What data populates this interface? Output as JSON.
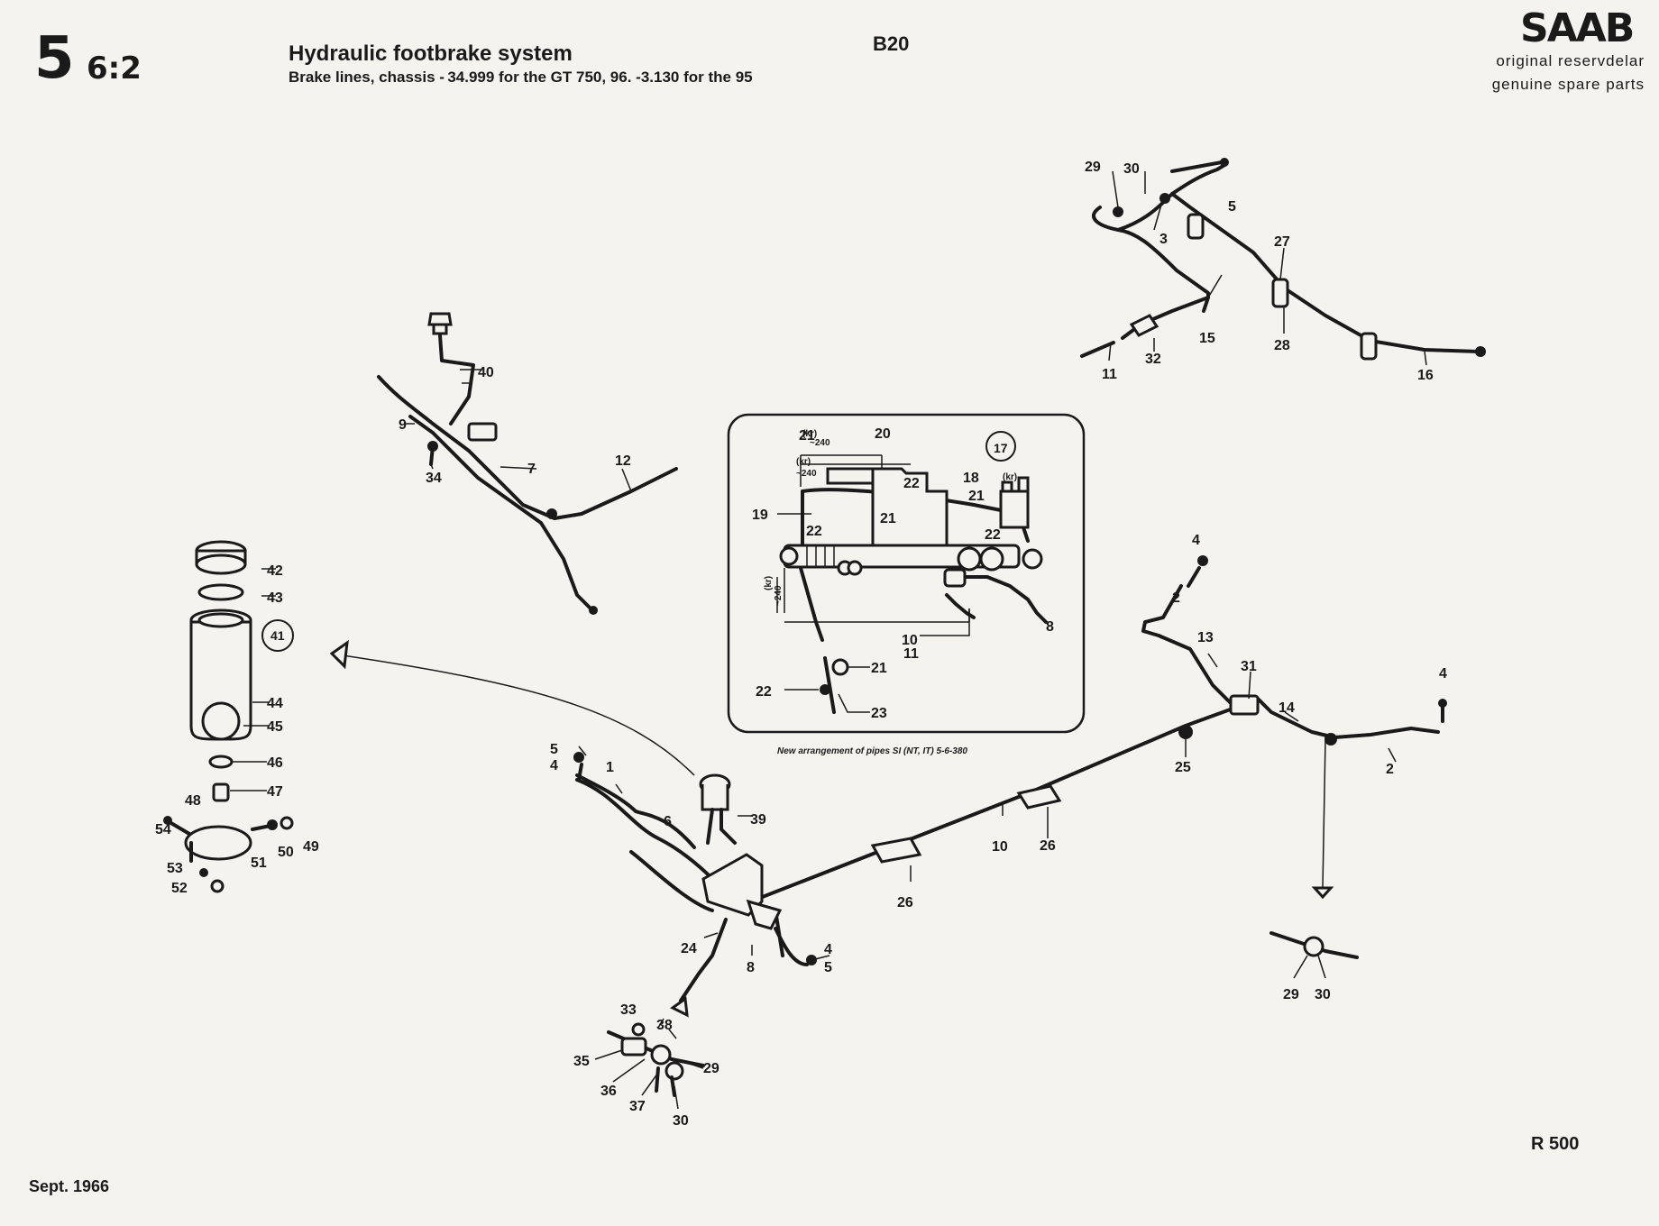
{
  "header": {
    "group_number": "5",
    "page_number": "6:2",
    "title": "Hydraulic footbrake system",
    "subtitle": "Brake lines, chassis - 34.999 for the GT 750, 96. -3.130 for the 95",
    "model": "B20",
    "brand": "SAAB",
    "tagline_1": "original reservdelar",
    "tagline_2": "genuine spare parts"
  },
  "inset": {
    "caption": "New arrangement of pipes SI (NT, IT) 5-6-380",
    "dim_labels": [
      "(kr)",
      "~240",
      "(kr)",
      "~240",
      "(kr)",
      "(kr)",
      "~240"
    ]
  },
  "footer": {
    "date": "Sept. 1966",
    "reference": "R 500"
  },
  "callouts": {
    "c1": "1",
    "c2": "2",
    "c3": "3",
    "c4": "4",
    "c5": "5",
    "c6": "6",
    "c7": "7",
    "c8": "8",
    "c9": "9",
    "c10": "10",
    "c11": "11",
    "c12": "12",
    "c13": "13",
    "c14": "14",
    "c15": "15",
    "c16": "16",
    "c17": "17",
    "c18": "18",
    "c19": "19",
    "c20": "20",
    "c21": "21",
    "c22": "22",
    "c23": "23",
    "c24": "24",
    "c25": "25",
    "c26": "26",
    "c27": "27",
    "c28": "28",
    "c29": "29",
    "c30": "30",
    "c31": "31",
    "c32": "32",
    "c33": "33",
    "c34": "34",
    "c35": "35",
    "c36": "36",
    "c37": "37",
    "c38": "38",
    "c39": "39",
    "c40": "40",
    "c41": "41",
    "c42": "42",
    "c43": "43",
    "c44": "44",
    "c45": "45",
    "c46": "46",
    "c47": "47",
    "c48": "48",
    "c49": "49",
    "c50": "50",
    "c51": "51",
    "c52": "52",
    "c53": "53",
    "c54": "54"
  }
}
